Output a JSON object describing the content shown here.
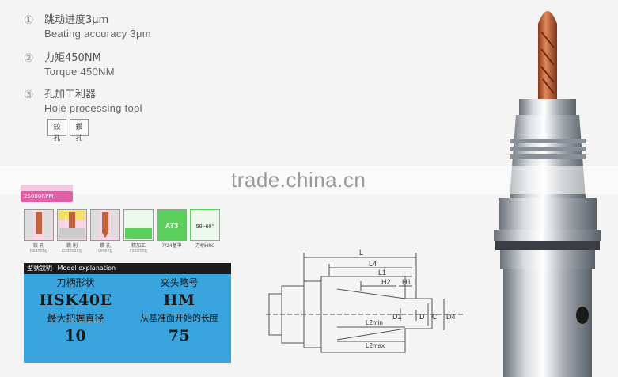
{
  "features": [
    {
      "num": "①",
      "cn": "跳动进度3μm",
      "en": "Beating accuracy 3μm"
    },
    {
      "num": "②",
      "cn": "力矩450NM",
      "en": "Torque 450NM"
    },
    {
      "num": "③",
      "cn": "孔加工利器",
      "en": "Hole processing tool"
    }
  ],
  "tags": [
    "鉸孔",
    "鑽孔"
  ],
  "watermark": "trade.china.cn",
  "rpm_badge": "25000RPM",
  "icons": [
    {
      "cn": "鉸 孔",
      "en": "Reaming"
    },
    {
      "cn": "鑽 削",
      "en": "Endmilling"
    },
    {
      "cn": "鑽 孔",
      "en": "Drilling"
    },
    {
      "cn": "精加工",
      "en": "Finishing"
    },
    {
      "cn": "7/24基準",
      "en": "",
      "badge": "AT3"
    },
    {
      "cn": "刀柄HRC",
      "en": "",
      "badge": "58~60°"
    }
  ],
  "model": {
    "header_cn": "型號說明",
    "header_en": "Model explanation",
    "shank_label": "刀柄形状",
    "shank_value": "HSK40E",
    "chuck_label": "夹头略号",
    "chuck_value": "HM",
    "diameter_label": "最大把握直径",
    "diameter_value": "10",
    "length_label": "从基准面开始的长度",
    "length_value": "75"
  },
  "dimensions": {
    "L": "L",
    "L4": "L4",
    "L1": "L1",
    "H2": "H2",
    "H1": "H1",
    "D1": "D1",
    "D": "D",
    "C": "C",
    "D4": "D4",
    "L2min": "L2min",
    "L2max": "L2max"
  },
  "colors": {
    "panel": "#3aa4de",
    "accent": "#e060a8",
    "green": "#5dcf5d",
    "copper": "#c0623a"
  }
}
